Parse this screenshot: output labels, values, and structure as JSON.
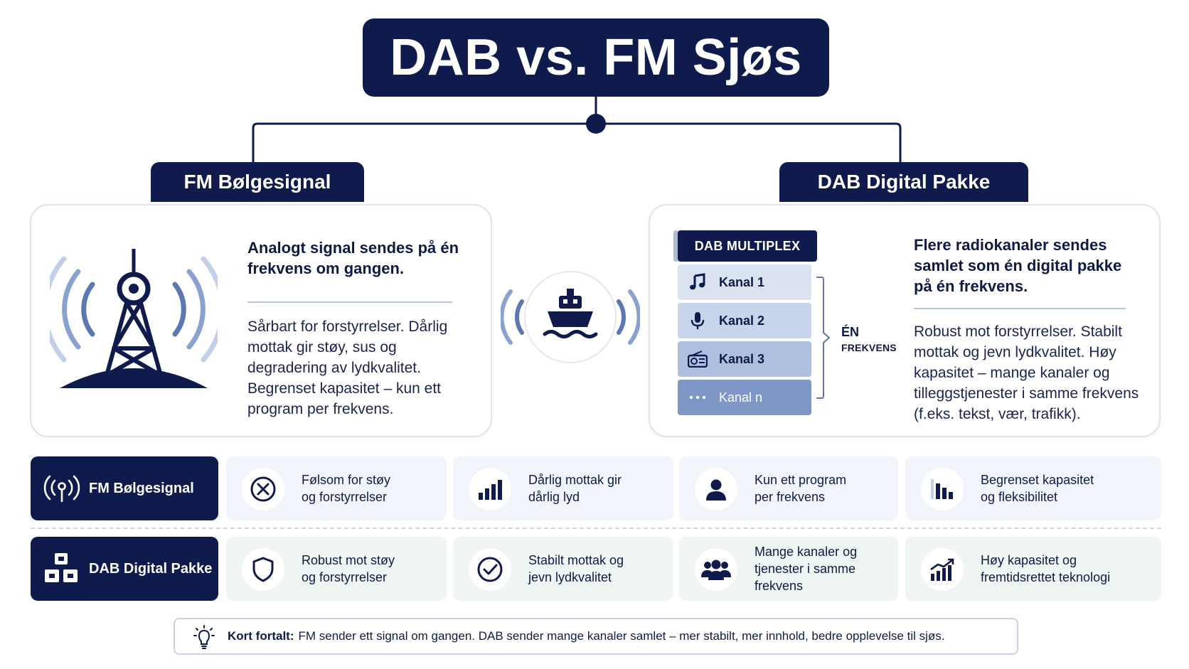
{
  "title": "DAB vs. FM Sjøs",
  "fm": {
    "tab_label": "FM Bølgesignal",
    "headline": "Analogt signal sendes på én frekvens om gangen.",
    "body": "Sårbart for forstyrrelser. Dårlig mottak gir støy, sus og degradering av lydkvalitet. Begrenset kapasitet – kun ett program per frekvens.",
    "icon": "radio-tower-icon"
  },
  "dab": {
    "tab_label": "DAB Digital Pakke",
    "headline": "Flere radiokanaler sendes samlet som én digital pakke på én frekvens.",
    "body": "Robust mot forstyrrelser. Stabilt mottak og jevn lydkvalitet. Høy kapasitet – mange kanaler og tilleggstjenester i samme frekvens (f.eks. tekst, vær, trafikk).",
    "multiplex_label": "DAB MULTIPLEX",
    "channels": [
      {
        "label": "Kanal 1",
        "icon": "music-note-icon"
      },
      {
        "label": "Kanal 2",
        "icon": "microphone-icon"
      },
      {
        "label": "Kanal 3",
        "icon": "radio-icon"
      },
      {
        "label": "Kanal n",
        "icon": "ellipsis-icon"
      }
    ],
    "frequency_big": "ÉN",
    "frequency_small": "FREKVENS"
  },
  "center_icon": "ship-broadcast-icon",
  "comparison": {
    "fm_row": {
      "label": "FM Bølgesignal",
      "items": [
        {
          "line1": "Følsom for støy",
          "line2": "og forstyrrelser",
          "icon": "x-circle-icon"
        },
        {
          "line1": "Dårlig mottak gir",
          "line2": "dårlig lyd",
          "icon": "signal-bars-icon"
        },
        {
          "line1": "Kun ett program",
          "line2": "per frekvens",
          "icon": "single-user-icon"
        },
        {
          "line1": "Begrenset kapasitet",
          "line2": "og fleksibilitet",
          "icon": "bar-chart-icon"
        }
      ]
    },
    "dab_row": {
      "label": "DAB Digital Pakke",
      "items": [
        {
          "line1": "Robust mot støy",
          "line2": "og forstyrrelser",
          "icon": "shield-icon"
        },
        {
          "line1": "Stabilt mottak og",
          "line2": "jevn lydkvalitet",
          "icon": "check-circle-icon"
        },
        {
          "line1": "Mange kanaler og",
          "line2": "tjenester i samme",
          "line3": "frekvens",
          "icon": "user-group-icon"
        },
        {
          "line1": "Høy kapasitet og",
          "line2": "fremtidsrettet teknologi",
          "icon": "growth-chart-icon"
        }
      ]
    }
  },
  "summary": {
    "lead": "Kort fortalt:",
    "text": "FM sender ett signal om gangen. DAB sender mange kanaler samlet – mer stabilt, mer innhold, bedre opplevelse til sjøs.",
    "icon": "lightbulb-icon"
  },
  "colors": {
    "navy": "#0f1b4d",
    "light_blue": "#dbe3f1",
    "mid_blue": "#7f97c6",
    "fm_row_bg": "#f1f4fa",
    "dab_row_bg": "#eef5f3"
  }
}
